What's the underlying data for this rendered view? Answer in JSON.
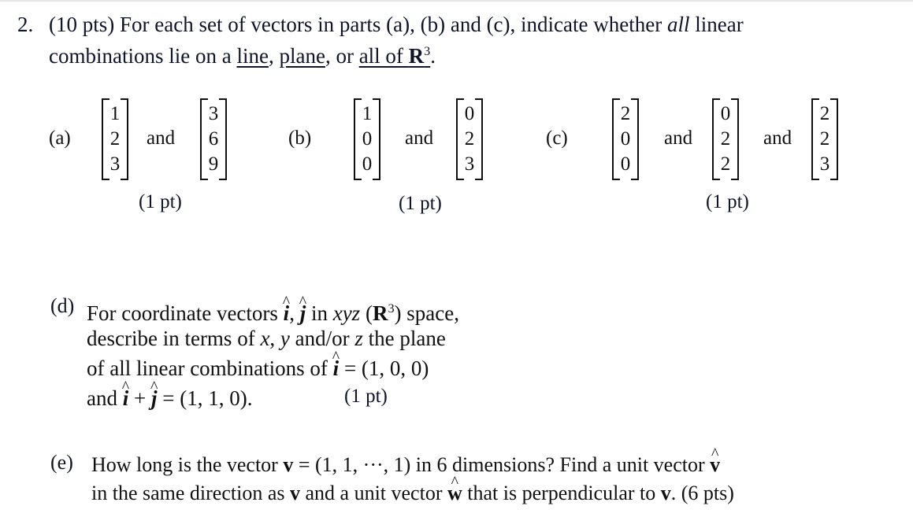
{
  "question": {
    "number": "2.",
    "line1_prefix": "(10 pts) For each set of vectors in parts (a), (b) and (c), indicate whether ",
    "line1_emph": "all",
    "line1_suffix": " linear",
    "line2_prefix": "combinations lie on a ",
    "opt_line": "line",
    "sep1": ", ",
    "opt_plane": "plane",
    "sep2": ", or ",
    "opt_all": "all of ",
    "opt_R": "R",
    "opt_exp": "3",
    "line2_end": "."
  },
  "parts": {
    "a": {
      "label": "(a)",
      "vectors": [
        [
          "1",
          "2",
          "3"
        ],
        [
          "3",
          "6",
          "9"
        ]
      ],
      "conj": "and",
      "points": "(1 pt)"
    },
    "b": {
      "label": "(b)",
      "vectors": [
        [
          "1",
          "0",
          "0"
        ],
        [
          "0",
          "2",
          "3"
        ]
      ],
      "conj": "and",
      "points": "(1 pt)"
    },
    "c": {
      "label": "(c)",
      "vectors": [
        [
          "2",
          "0",
          "0"
        ],
        [
          "0",
          "2",
          "2"
        ],
        [
          "2",
          "2",
          "3"
        ]
      ],
      "conj": "and",
      "points": "(1 pt)"
    },
    "d": {
      "label": "(d)",
      "l1_a": "For coordinate vectors ",
      "i": "i",
      "comma": ", ",
      "j": "j",
      "l1_b": " in ",
      "xyz": "xyz",
      "l1_c": " (",
      "R": "R",
      "exp": "3",
      "l1_d": ") space,",
      "l2_a": "describe in terms of ",
      "x": "x",
      "l2_b": ", ",
      "y": "y",
      "l2_c": " and/or ",
      "z": "z",
      "l2_d": " the plane",
      "l3_a": "of all linear combinations of ",
      "l3_b": " = (1, 0, 0)",
      "l4_a": "and ",
      "plus": " + ",
      "l4_b": " = (1, 1, 0).",
      "points": "(1 pt)"
    },
    "e": {
      "label": "(e)",
      "l1_a": "How long is the vector ",
      "v": "v",
      "l1_b": " = (1, 1, ···, 1) in 6 dimensions? Find a unit vector ",
      "vhat": "v",
      "l2_a": "in the same direction as ",
      "l2_b": " and a unit vector ",
      "what": "w",
      "l2_c": " that is perpendicular to ",
      "l2_d": ". ",
      "points": "(6 pts)"
    }
  }
}
